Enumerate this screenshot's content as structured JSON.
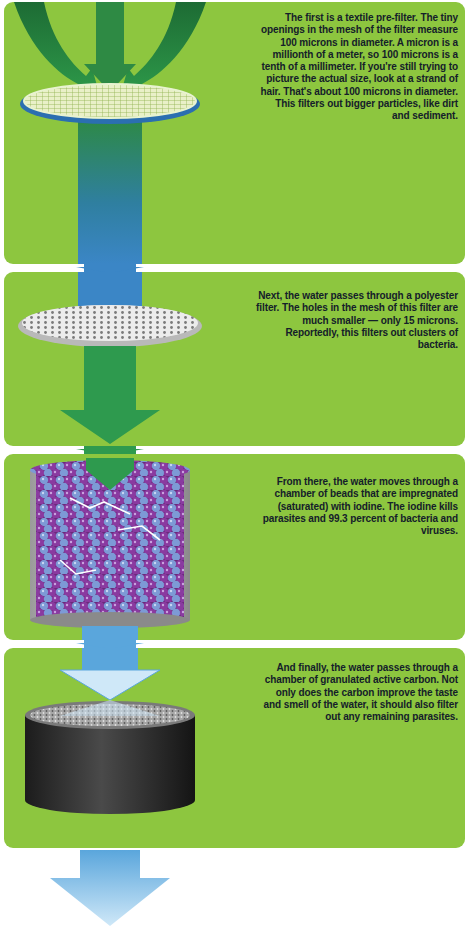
{
  "diagram": {
    "nodes": [
      {
        "text": [
          "The first is a textile pre-filter. The tiny openings in the mesh of the filter measure 100 microns in diameter. A micron is a millionth of a meter, so 100 microns is a tenth of a millimeter. If you're still trying to picture the actual size, look at a strand of hair. That's about 100 microns in diameter. This filters out bigger particles, like dirt and sediment."
        ]
      },
      {
        "text": [
          "Next, the water passes through a polyester filter. The holes in the mesh of this filter are much smaller — only 15 microns. Reportedly, this filters out clusters of bacteria."
        ]
      },
      {
        "text": [
          "From there, the water moves through a chamber of beads that are impregnated (saturated) with iodine. The iodine kills parasites and 99.3 percent of bacteria and viruses."
        ]
      },
      {
        "text": [
          "And finally, the water passes through a chamber of granulated active carbon. Not only does the carbon improve the taste and smell of the water, it should also filter out any remaining parasites."
        ]
      }
    ],
    "edges": [
      {
        "from": 0,
        "to": 1,
        "arrow": "to"
      },
      {
        "from": 1,
        "to": 2,
        "arrow": "to"
      },
      {
        "from": 2,
        "to": 3,
        "arrow": "to"
      }
    ]
  }
}
